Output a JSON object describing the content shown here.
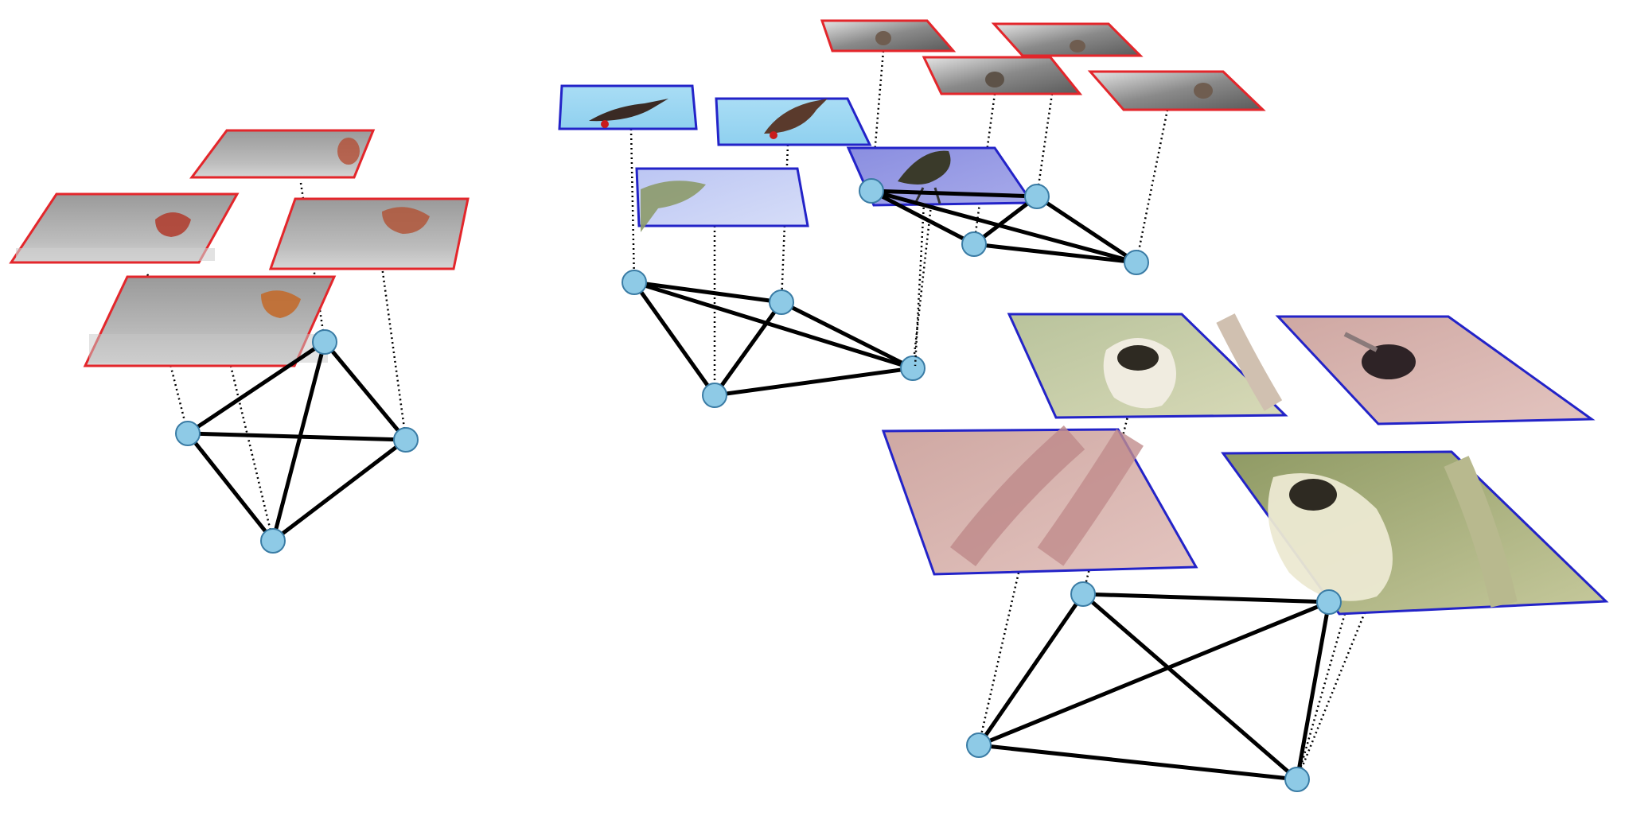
{
  "diagram": {
    "kind": "graph-of-image-patches",
    "colors": {
      "background": "#ffffff",
      "node_fill": "#8ecae6",
      "node_stroke": "#3a7ca5",
      "edge": "#000000",
      "connector": "#000000",
      "frame_red": "#e3262b",
      "frame_blue": "#2323c8"
    },
    "groups": [
      {
        "id": "group-1",
        "frame": "red",
        "content": "gray-bird-on-gray-ground",
        "node_count": 4,
        "patch_count": 4,
        "edges": "fully-connected"
      },
      {
        "id": "group-2",
        "frame": "blue",
        "content": "crested-bird-on-blue-sky",
        "node_count": 4,
        "patch_count": 4,
        "edges": "fully-connected"
      },
      {
        "id": "group-3",
        "frame": "red",
        "content": "small-bird-gray-photos",
        "node_count": 4,
        "patch_count": 4,
        "edges": "fully-connected"
      },
      {
        "id": "group-4",
        "frame": "blue",
        "content": "close-up-bird-on-branch",
        "node_count": 4,
        "patch_count": 4,
        "edges": "fully-connected"
      }
    ]
  }
}
